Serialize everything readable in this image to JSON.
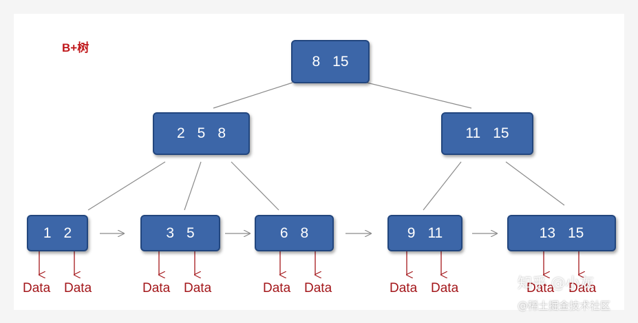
{
  "title": "B+树",
  "root": {
    "keys": [
      "8",
      "15"
    ]
  },
  "level2": [
    {
      "keys": [
        "2",
        "5",
        "8"
      ]
    },
    {
      "keys": [
        "11",
        "15"
      ]
    }
  ],
  "leaves": [
    {
      "keys": [
        "1",
        "2"
      ]
    },
    {
      "keys": [
        "3",
        "5"
      ]
    },
    {
      "keys": [
        "6",
        "8"
      ]
    },
    {
      "keys": [
        "9",
        "11"
      ]
    },
    {
      "keys": [
        "13",
        "15"
      ]
    }
  ],
  "data_label": "Data",
  "colors": {
    "node_fill": "#3c66a8",
    "node_border": "#22467e",
    "data_label": "#a3161a",
    "title": "#c0181b",
    "edge": "#8a8a8a",
    "data_arrow": "#a3161a"
  },
  "watermark": {
    "line1": "知乎 @小灰",
    "line2": "@稀土掘金技术社区"
  }
}
